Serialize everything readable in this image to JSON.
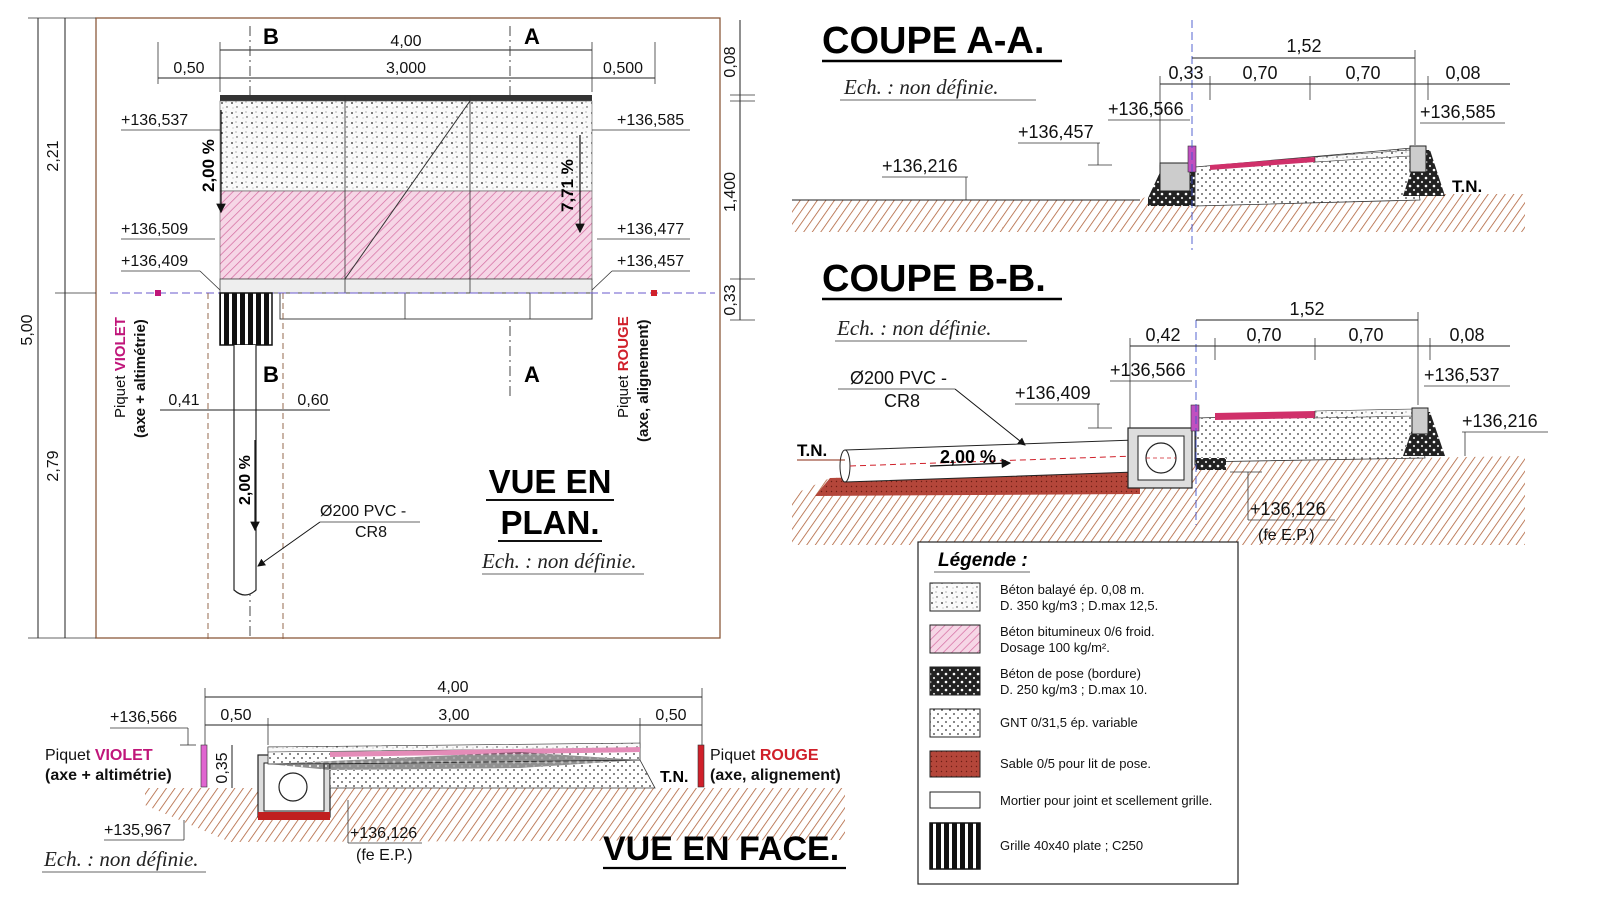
{
  "plan": {
    "dims_top": [
      "4,00",
      "0,50",
      "3,000",
      "0,500"
    ],
    "section_b": "B",
    "section_a": "A",
    "dims_left": [
      "5,00",
      "2,21",
      "2,79"
    ],
    "dims_right": [
      "0,08",
      "1,400",
      "0,33"
    ],
    "levels": [
      "+136,537",
      "+136,585",
      "+136,509",
      "+136,477",
      "+136,409",
      "+136,457"
    ],
    "slope_left": "2,00 %",
    "slope_right": "7,71 %",
    "slope_pipe": "2,00 %",
    "dims_bottom": [
      "0,41",
      "0,60"
    ],
    "pipe_label_1": "Ø200 PVC -",
    "pipe_label_2": "CR8",
    "stake_violet_prefix": "Piquet ",
    "stake_violet_color": "VIOLET",
    "stake_violet_sub": "(axe + altimétrie)",
    "stake_rouge_prefix": "Piquet ",
    "stake_rouge_color": "ROUGE",
    "stake_rouge_sub": "(axe, alignement)",
    "title_1": "VUE EN",
    "title_2": "PLAN.",
    "scale": "Ech. : non définie."
  },
  "coupe_aa": {
    "title": "COUPE A-A.",
    "scale": "Ech. : non définie.",
    "dims": [
      "1,52",
      "0,33",
      "0,70",
      "0,70",
      "0,08"
    ],
    "levels": [
      "+136,566",
      "+136,585",
      "+136,457",
      "+136,216"
    ],
    "tn": "T.N."
  },
  "coupe_bb": {
    "title": "COUPE B-B.",
    "scale": "Ech. : non définie.",
    "dims": [
      "1,52",
      "0,42",
      "0,70",
      "0,70",
      "0,08"
    ],
    "levels": [
      "+136,566",
      "+136,537",
      "+136,409",
      "+136,216",
      "+136,126"
    ],
    "fe": "(fe E.P.)",
    "pipe_1": "Ø200 PVC -",
    "pipe_2": "CR8",
    "slope": "2,00 %",
    "tn": "T.N."
  },
  "face": {
    "dims": [
      "4,00",
      "0,50",
      "3,00",
      "0,50",
      "0,35"
    ],
    "levels": [
      "+136,566",
      "+135,967",
      "+136,126"
    ],
    "fe": "(fe E.P.)",
    "stake_violet_prefix": "Piquet ",
    "stake_violet_color": "VIOLET",
    "stake_violet_sub": "(axe + altimétrie)",
    "stake_rouge_prefix": "Piquet ",
    "stake_rouge_color": "ROUGE",
    "stake_rouge_sub": "(axe, alignement)",
    "tn": "T.N.",
    "scale": "Ech. : non définie.",
    "title": "VUE EN FACE."
  },
  "legend": {
    "title": "Légende :",
    "items": [
      {
        "l1": "Béton balayé ép. 0,08 m.",
        "l2": "D. 350 kg/m3 ; D.max 12,5."
      },
      {
        "l1": "Béton bitumineux 0/6 froid.",
        "l2": "Dosage 100 kg/m²."
      },
      {
        "l1": "Béton de pose (bordure)",
        "l2": "D. 250 kg/m3 ; D.max 10."
      },
      {
        "l1": "GNT 0/31,5 ép. variable",
        "l2": ""
      },
      {
        "l1": "Sable 0/5 pour lit de pose.",
        "l2": ""
      },
      {
        "l1": "Mortier pour joint et scellement grille.",
        "l2": ""
      },
      {
        "l1": "Grille 40x40 plate ; C250",
        "l2": ""
      }
    ]
  },
  "colors": {
    "violet": "#c0167a",
    "rouge": "#d0202a",
    "earth": "#b0623a",
    "pink": "#e48cb8",
    "tn": "#8a2a12",
    "frame": "#8b5a3c"
  }
}
